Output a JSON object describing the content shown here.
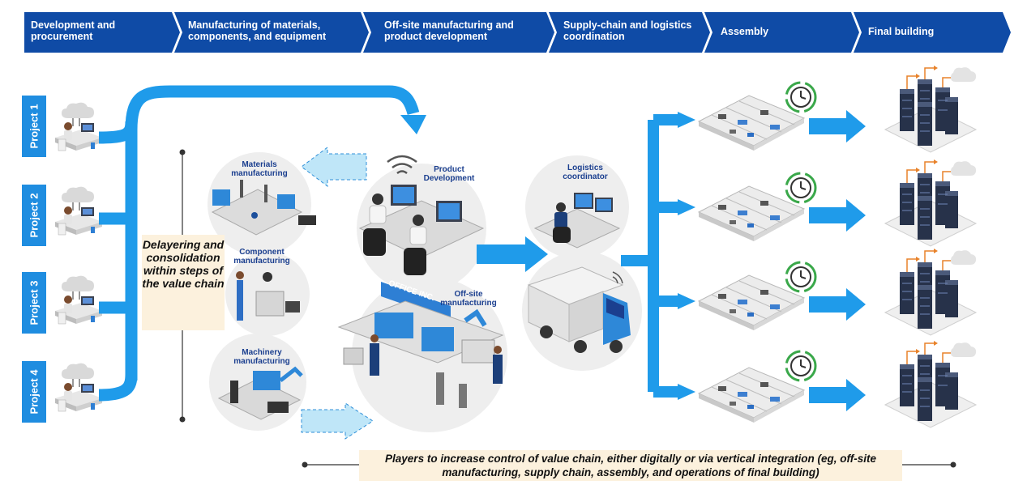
{
  "stages": [
    {
      "label": "Development and procurement"
    },
    {
      "label": "Manufacturing of materials, components, and equipment"
    },
    {
      "label": "Off-site manufacturing and product development"
    },
    {
      "label": "Supply-chain and logistics coordination"
    },
    {
      "label": "Assembly"
    },
    {
      "label": "Final building"
    }
  ],
  "projects": [
    "Project 1",
    "Project 2",
    "Project 3",
    "Project 4"
  ],
  "nodes": {
    "materials": "Materials manufacturing",
    "component": "Component manufacturing",
    "machinery": "Machinery manufacturing",
    "product_dev": "Product Development",
    "offsite": "Off-site manufacturing",
    "logistics": "Logistics coordinator",
    "factory_sign": "OFFICE INC."
  },
  "callouts": {
    "delayering": "Delayering and consolidation within steps of the value chain",
    "players": "Players to increase control of value chain, either digitally or via vertical integration (eg, off-site manufacturing, supply chain, assembly, and operations of final building)"
  },
  "colors": {
    "header": "#0f4ba6",
    "flow_arrow": "#1f9bea",
    "light_arrow": "#bfe6f8",
    "project_tab": "#1f8de0",
    "node_label": "#1b3f8f",
    "callout_bg": "#fcf1dd",
    "clock_green": "#3aa84a",
    "data_orange": "#e8822a"
  }
}
